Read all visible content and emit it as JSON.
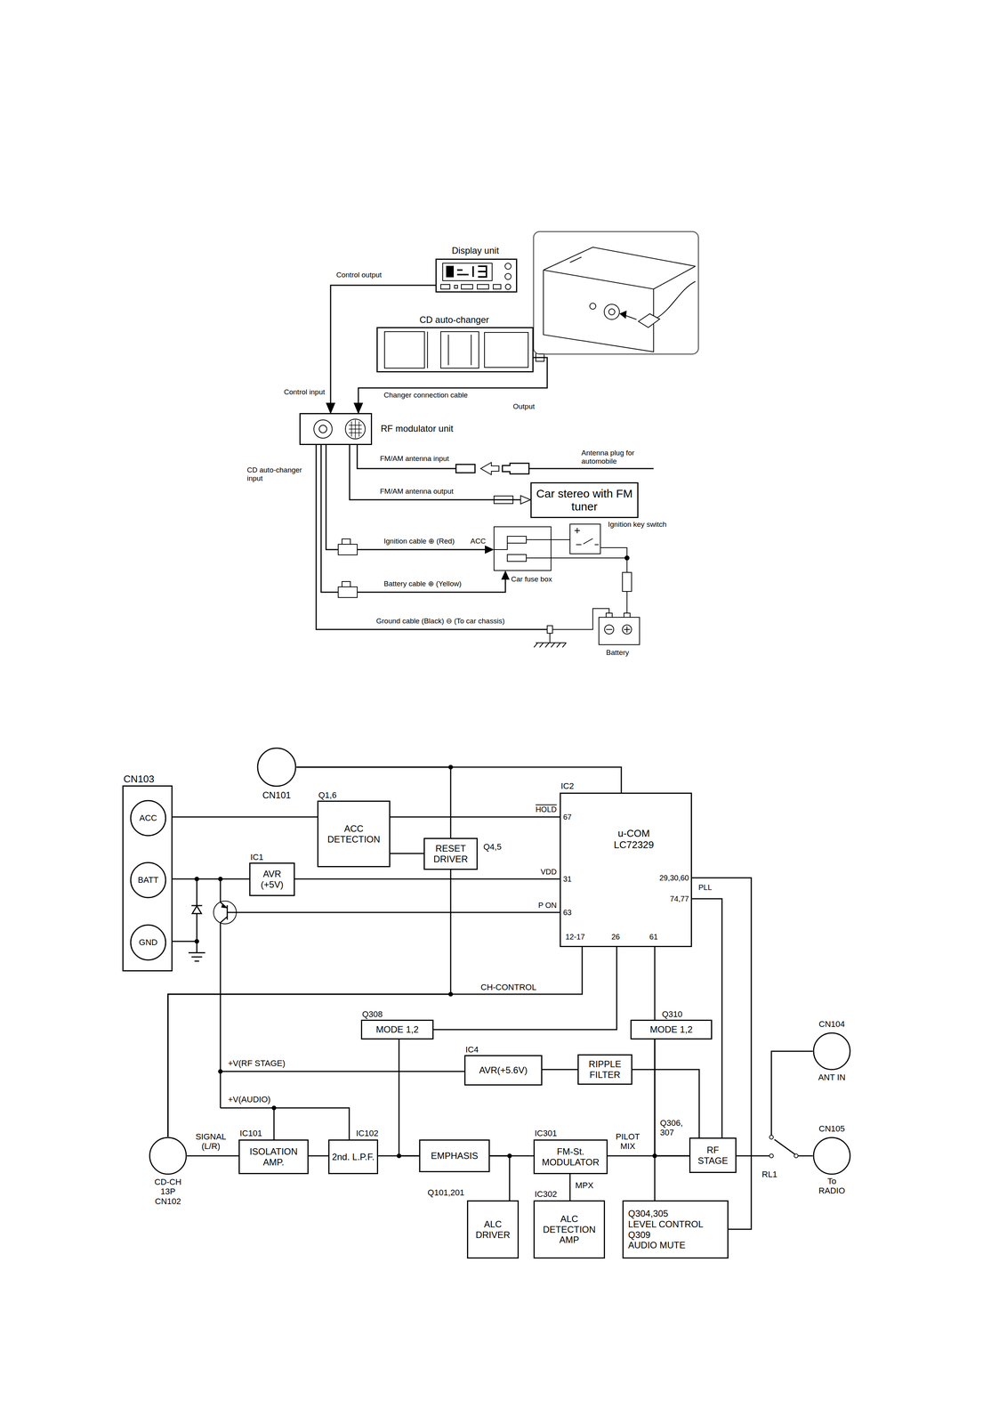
{
  "diagram": {
    "nodes": [
      {
        "text": [
          "Display unit"
        ]
      },
      {
        "text": [
          "CD auto-changer"
        ]
      },
      {
        "text": [
          "RF modulator unit"
        ]
      },
      {
        "text": [
          "Car stereo with FM tuner"
        ]
      },
      {
        "text": [
          "CN103"
        ]
      },
      {
        "text": [
          "ACC"
        ],
        "in": 4
      },
      {
        "text": [
          "BATT"
        ],
        "in": 4
      },
      {
        "text": [
          "GND"
        ],
        "in": 4
      },
      {
        "text": [
          "CN101"
        ]
      },
      {
        "text": [
          "Q1,6",
          "ACC DETECTION"
        ]
      },
      {
        "text": [
          "Q4,5",
          "RESET DRIVER"
        ]
      },
      {
        "text": [
          "IC1",
          "AVR (+5V)"
        ]
      },
      {
        "text": [
          "IC2",
          "u-COM LC72329"
        ]
      },
      {
        "text": [
          "Q308",
          "MODE 1,2"
        ]
      },
      {
        "text": [
          "Q310",
          "MODE 1,2"
        ]
      },
      {
        "text": [
          "IC4",
          "AVR(+5.6V)"
        ]
      },
      {
        "text": [
          "RIPPLE FILTER"
        ]
      },
      {
        "text": [
          "CN104",
          "ANT IN"
        ]
      },
      {
        "text": [
          "Q306, 307",
          "RF STAGE"
        ]
      },
      {
        "text": [
          "CN105",
          "To RADIO"
        ]
      },
      {
        "text": [
          "CD-CH 13P CN102"
        ]
      },
      {
        "text": [
          "IC101",
          "ISOLATION AMP."
        ]
      },
      {
        "text": [
          "IC102",
          "2nd. L.P.F."
        ]
      },
      {
        "text": [
          "EMPHASIS"
        ]
      },
      {
        "text": [
          "IC301",
          "FM-St. MODULATOR"
        ]
      },
      {
        "text": [
          "Q101,201",
          "ALC DRIVER"
        ]
      },
      {
        "text": [
          "IC302",
          "ALC DETECTION AMP"
        ]
      },
      {
        "text": [
          "Q304,305",
          "LEVEL CONTROL",
          "Q309",
          "AUDIO MUTE"
        ]
      }
    ],
    "edges": [
      {
        "from": 0,
        "to": 2,
        "arrow": "to"
      },
      {
        "from": 1,
        "to": 2,
        "arrow": "to"
      },
      {
        "from": 2,
        "to": 3,
        "arrow": "to"
      },
      {
        "from": 5,
        "to": 9,
        "arrow": "none"
      },
      {
        "from": 9,
        "to": 12,
        "arrow": "none"
      },
      {
        "from": 9,
        "to": 10,
        "arrow": "none"
      },
      {
        "from": 8,
        "to": 12,
        "arrow": "none"
      },
      {
        "from": 8,
        "to": 10,
        "arrow": "none"
      },
      {
        "from": 10,
        "to": 20,
        "arrow": "none"
      },
      {
        "from": 12,
        "to": 20,
        "label": "CH-CONTROL",
        "arrow": "none"
      },
      {
        "from": 6,
        "to": 11,
        "arrow": "none"
      },
      {
        "from": 11,
        "to": 12,
        "arrow": "none"
      },
      {
        "from": 12,
        "to": 13,
        "arrow": "none"
      },
      {
        "from": 12,
        "to": 14,
        "arrow": "none"
      },
      {
        "from": 13,
        "to": 23,
        "arrow": "none"
      },
      {
        "from": 14,
        "to": 18,
        "arrow": "none"
      },
      {
        "from": 14,
        "to": 27,
        "arrow": "none"
      },
      {
        "from": 12,
        "to": 27,
        "arrow": "none"
      },
      {
        "from": 12,
        "to": 18,
        "arrow": "none"
      },
      {
        "from": 15,
        "to": 16,
        "arrow": "none"
      },
      {
        "from": 16,
        "to": 18,
        "arrow": "none"
      },
      {
        "from": 20,
        "to": 21,
        "label": "SIGNAL (L/R)",
        "arrow": "none"
      },
      {
        "from": 21,
        "to": 22,
        "arrow": "none"
      },
      {
        "from": 22,
        "to": 23,
        "arrow": "none"
      },
      {
        "from": 23,
        "to": 24,
        "arrow": "none"
      },
      {
        "from": 23,
        "to": 25,
        "arrow": "none"
      },
      {
        "from": 24,
        "to": 18,
        "label": "PILOT MIX",
        "arrow": "none"
      },
      {
        "from": 24,
        "to": 26,
        "label": "MPX",
        "arrow": "none"
      }
    ],
    "labels": [
      "Control output",
      "Changer connection cable",
      "Output",
      "Control input",
      "CD auto-changer input",
      "FM/AM antenna input",
      "Antenna plug for automobile",
      "FM/AM antenna output",
      "Ignition cable ⊕ (Red)",
      "ACC",
      "Ignition key switch",
      "Battery cable ⊕ (Yellow)",
      "Car fuse box",
      "Ground cable (Black) ⊖ (To car chassis)",
      "Battery",
      "HOLD",
      "67",
      "VDD",
      "31",
      "P ON",
      "63",
      "12-17",
      "26",
      "61",
      "29,30,60",
      "74,77",
      "PLL",
      "+V(RF STAGE)",
      "+V(AUDIO)",
      "RL1"
    ]
  }
}
